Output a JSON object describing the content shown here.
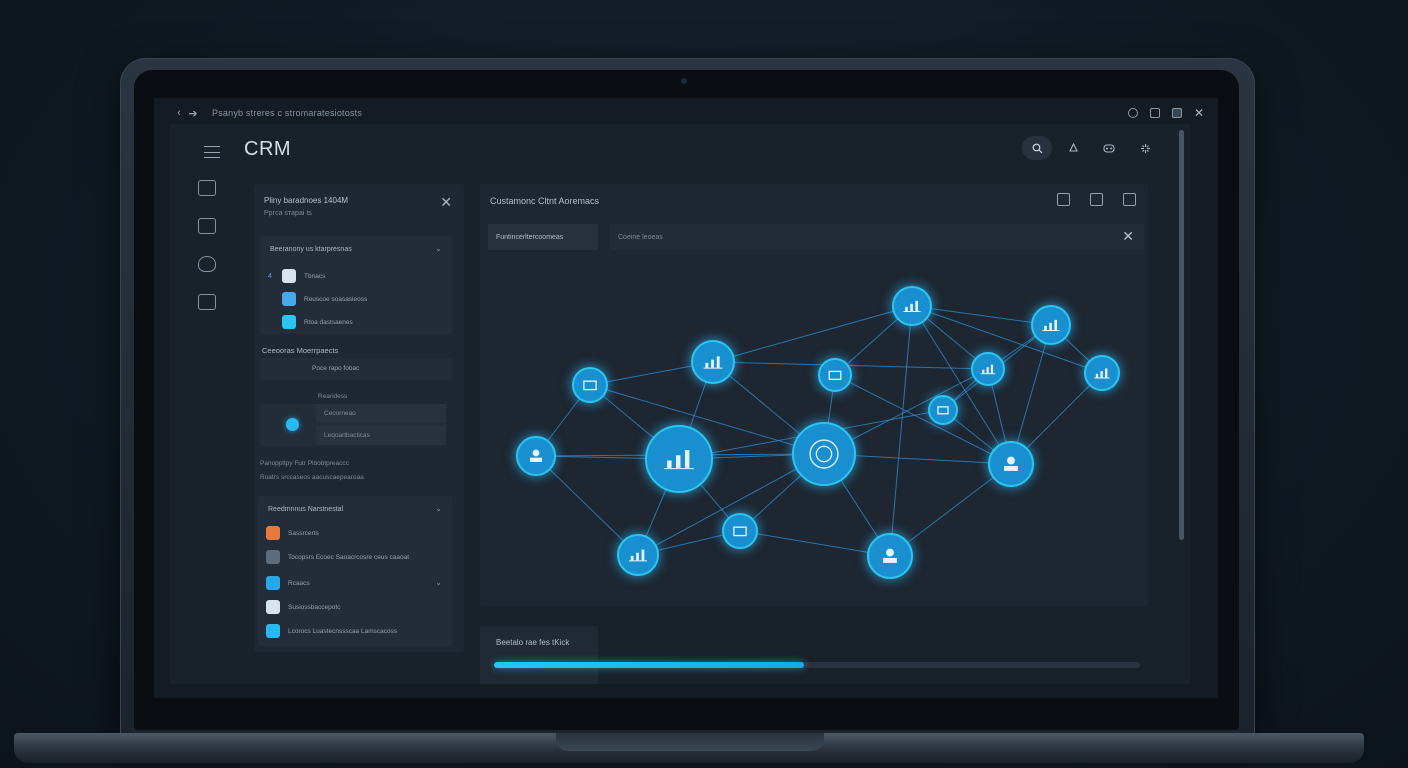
{
  "browser": {
    "url": "Pѕаnyb ѕtrеrеѕ с ѕtrоmаrаtеѕіоtоѕtѕ",
    "back_icon": "chevron-left-icon",
    "forward_icon": "arrow-right-icon"
  },
  "app": {
    "title": "CRM"
  },
  "left_panel": {
    "title": "Pliny baradnoes 1404M",
    "subtitle": "Ppгcа ѕтaраі tѕ",
    "card1": {
      "header": "Beeranony us ktarpresnas",
      "items": [
        {
          "label": "Tbnacs",
          "color": "#d7e3ef"
        },
        {
          "label": "Reuscoe soasasieoss",
          "color": "#4aa8e8"
        },
        {
          "label": "Rtoa dastsaenes",
          "color": "#29c6f2"
        }
      ]
    },
    "section2_label": "Ceeooras Moerrpaects",
    "section2_field": "Poce rapo fobac",
    "section3": {
      "caption": "Rearidess",
      "rows": [
        "Cecorneao",
        "Leqoartbacticas"
      ]
    },
    "note_lines": [
      "Panoppltpy Futr Pibobtpreaccc",
      "Roatrs srccaseos aacuscaepearoaa"
    ],
    "card2": {
      "header": "Reedmnnus Narstnestal",
      "items": [
        {
          "label": "Sassrcerts",
          "color": "#e8793a"
        },
        {
          "label": "Tocopsrs Ecoec Saoacrcosre ceus caaoat",
          "color": "#5e6c7c"
        },
        {
          "label": "Rcaacs",
          "color": "#29a8e8"
        },
        {
          "label": "Susiossbaccepotc",
          "color": "#d7e3ef"
        },
        {
          "label": "Lcorocs Luastecnssscaa Lamscacoss",
          "color": "#29b8f0"
        }
      ]
    }
  },
  "main_panel": {
    "title": "Custamonc Cltnt Aoremacs",
    "filter_label": "Funtincerltercoomeas",
    "search_placeholder": "Coeine leoeas",
    "icons": [
      "export-icon",
      "checkbox-icon",
      "chart-edit-icon"
    ]
  },
  "bottom": {
    "label": "Beetalo rae fes tKick",
    "progress": 0.48
  },
  "graph": {
    "nodes": [
      {
        "id": "n1",
        "icon": "chart-icon"
      },
      {
        "id": "n2",
        "icon": "chart-icon"
      },
      {
        "id": "n3",
        "icon": "chart-icon"
      },
      {
        "id": "n4",
        "icon": "briefcase-icon"
      },
      {
        "id": "n5",
        "icon": "chart-icon"
      },
      {
        "id": "n6",
        "icon": "chart-icon"
      },
      {
        "id": "n7",
        "icon": "briefcase-icon"
      },
      {
        "id": "n8",
        "icon": "building-icon"
      },
      {
        "id": "n9",
        "icon": "person-icon"
      },
      {
        "id": "n10",
        "icon": "bar-chart-icon"
      },
      {
        "id": "n11",
        "icon": "target-icon"
      },
      {
        "id": "n12",
        "icon": "person-icon"
      },
      {
        "id": "n13",
        "icon": "chart-icon"
      },
      {
        "id": "n14",
        "icon": "briefcase-icon"
      },
      {
        "id": "n15",
        "icon": "person-icon"
      }
    ]
  },
  "colors": {
    "accent": "#29c6f2",
    "node_fill": "#1a8fd0",
    "edge": "#2f8fd4"
  }
}
